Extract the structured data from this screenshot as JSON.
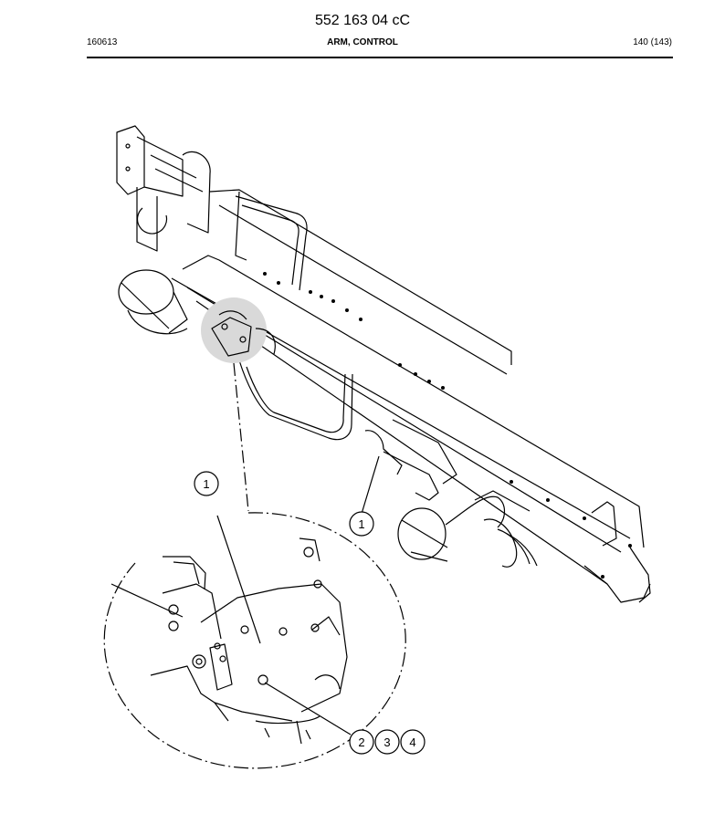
{
  "header": {
    "doc_number": "552 163 04 cC",
    "date_code": "160613",
    "title": "ARM, CONTROL",
    "page": "140 (143)"
  },
  "callouts": {
    "main_item": "1",
    "detail_item": "1",
    "detail_items": [
      "2",
      "3",
      "4"
    ]
  }
}
